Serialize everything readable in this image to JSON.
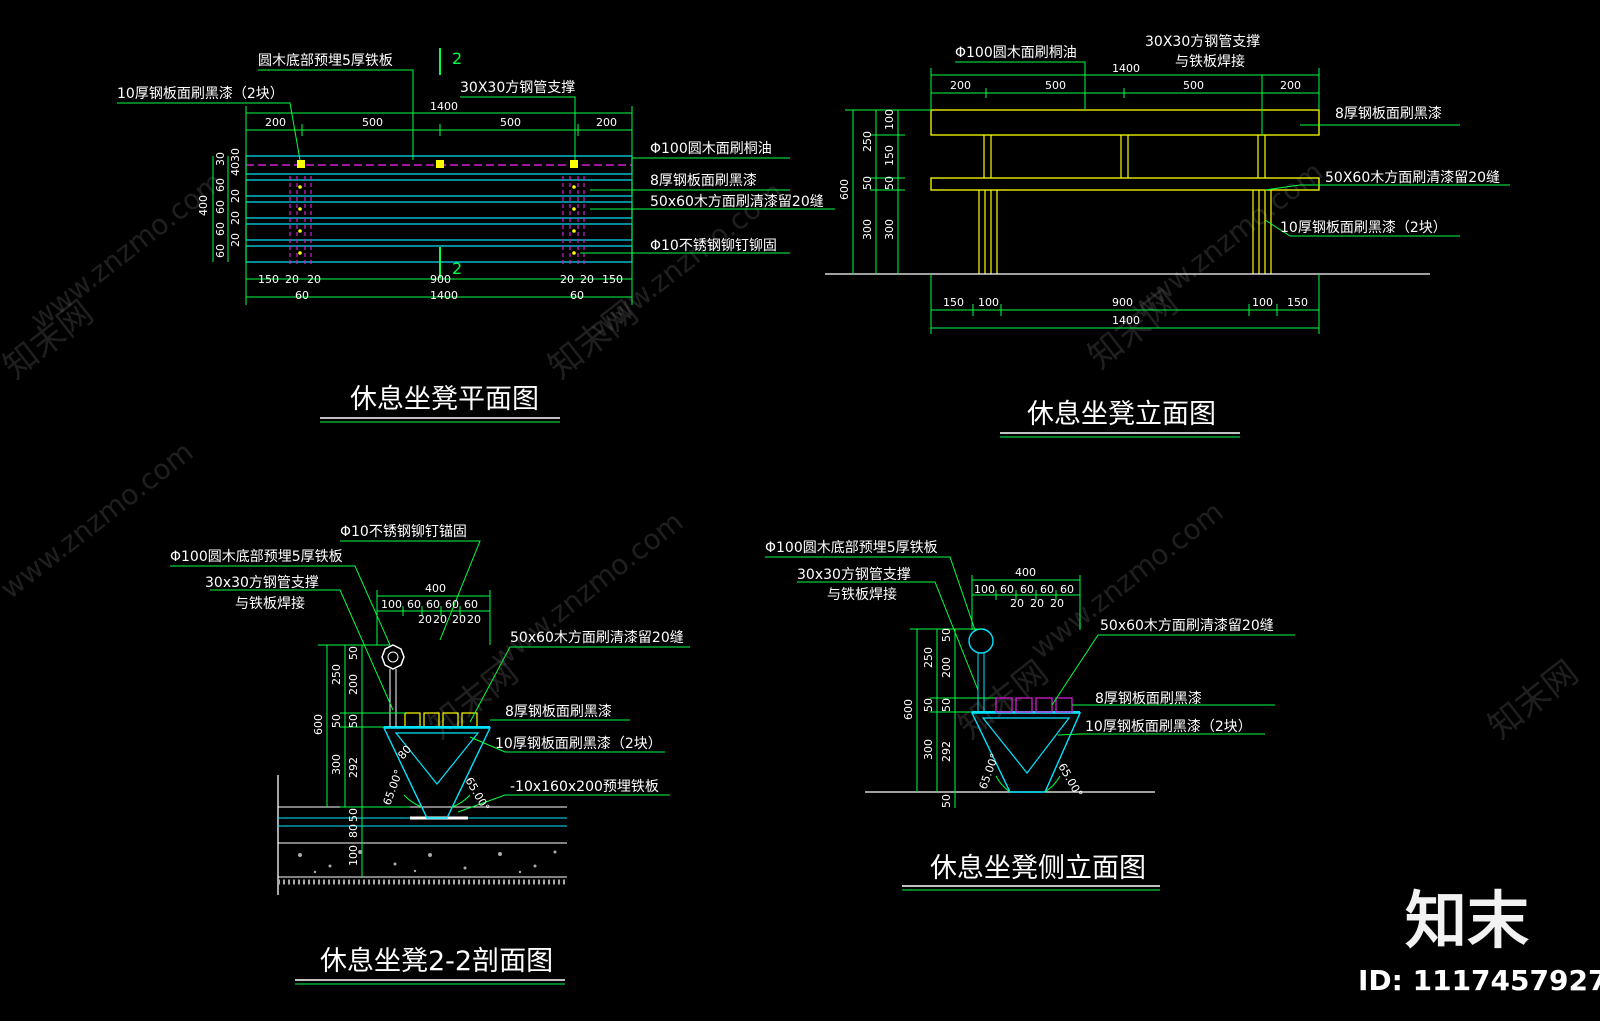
{
  "titles": {
    "plan": "休息坐凳平面图",
    "elevation": "休息坐凳立面图",
    "section": "休息坐凳2-2剖面图",
    "side": "休息坐凳侧立面图"
  },
  "watermark": {
    "site": "www.znzmo.com",
    "brand": "知末网"
  },
  "brand": {
    "logo": "知末",
    "id": "ID: 1117457927"
  },
  "plan": {
    "labels": [
      "圆木底部预埋5厚铁板",
      "10厚钢板面刷黑漆（2块）",
      "30X30方钢管支撑",
      "Φ100圆木面刷桐油",
      "8厚钢板面刷黑漆",
      "50x60木方面刷清漆留20缝",
      "Φ10不锈钢铆钉铆固"
    ],
    "section_mark": "2",
    "dims_top": [
      "1400",
      "200",
      "500",
      "500",
      "200"
    ],
    "dims_bottom": [
      "150",
      "20",
      "20",
      "900",
      "20",
      "20",
      "150",
      "60",
      "1400",
      "60"
    ],
    "dims_left": [
      "400",
      "30",
      "30",
      "40",
      "60",
      "20",
      "60",
      "20",
      "60",
      "20",
      "60",
      "20",
      "60"
    ]
  },
  "elevation": {
    "labels": [
      "Φ100圆木面刷桐油",
      "30X30方钢管支撑",
      "与铁板焊接",
      "8厚钢板面刷黑漆",
      "50X60木方面刷清漆留20缝",
      "10厚钢板面刷黑漆（2块）"
    ],
    "dims_top": [
      "1400",
      "200",
      "500",
      "500",
      "200"
    ],
    "dims_bottom": [
      "150",
      "100",
      "900",
      "100",
      "150",
      "1400"
    ],
    "dims_left": [
      "600",
      "250",
      "50",
      "300",
      "100",
      "150",
      "50",
      "300"
    ]
  },
  "section": {
    "labels": [
      "Φ10不锈钢铆钉锚固",
      "Φ100圆木底部预埋5厚铁板",
      "30x30方钢管支撑",
      "与铁板焊接",
      "50x60木方面刷清漆留20缝",
      "8厚钢板面刷黑漆",
      "10厚钢板面刷黑漆（2块）",
      "-10x160x200预埋铁板"
    ],
    "dims_top": [
      "400",
      "100",
      "60",
      "60",
      "60",
      "60",
      "20",
      "20",
      "20",
      "20"
    ],
    "dims_left": [
      "600",
      "250",
      "50",
      "300",
      "50",
      "200",
      "50",
      "292",
      "50",
      "80",
      "100"
    ],
    "angles": [
      "65.00°",
      "65.00°"
    ],
    "inner": "80"
  },
  "side": {
    "labels": [
      "Φ100圆木底部预埋5厚铁板",
      "30x30方钢管支撑",
      "与铁板焊接",
      "50x60木方面刷清漆留20缝",
      "8厚钢板面刷黑漆",
      "10厚钢板面刷黑漆（2块）"
    ],
    "dims_top": [
      "400",
      "100",
      "60",
      "60",
      "60",
      "60",
      "20",
      "20",
      "20"
    ],
    "dims_left": [
      "600",
      "250",
      "50",
      "300",
      "50",
      "200",
      "50",
      "292",
      "50"
    ],
    "angles": [
      "65.00°",
      "65.00°"
    ]
  }
}
